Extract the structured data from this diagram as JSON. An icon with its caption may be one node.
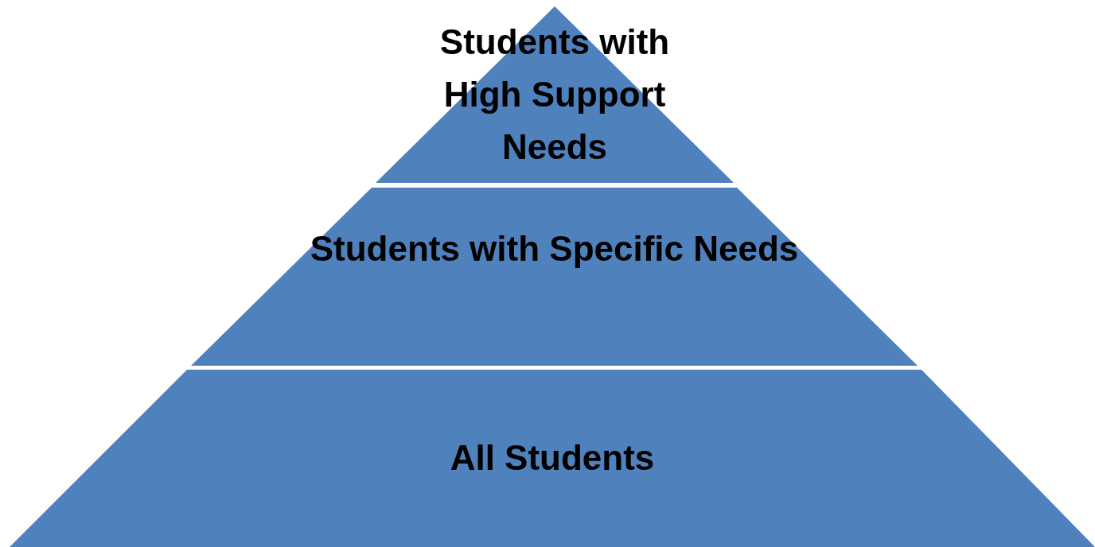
{
  "diagram": {
    "nodes": [
      {
        "text": [
          "Students with High Support Needs"
        ]
      },
      {
        "text": [
          "Students with Specific Needs"
        ]
      },
      {
        "text": [
          "All Students"
        ]
      }
    ]
  }
}
